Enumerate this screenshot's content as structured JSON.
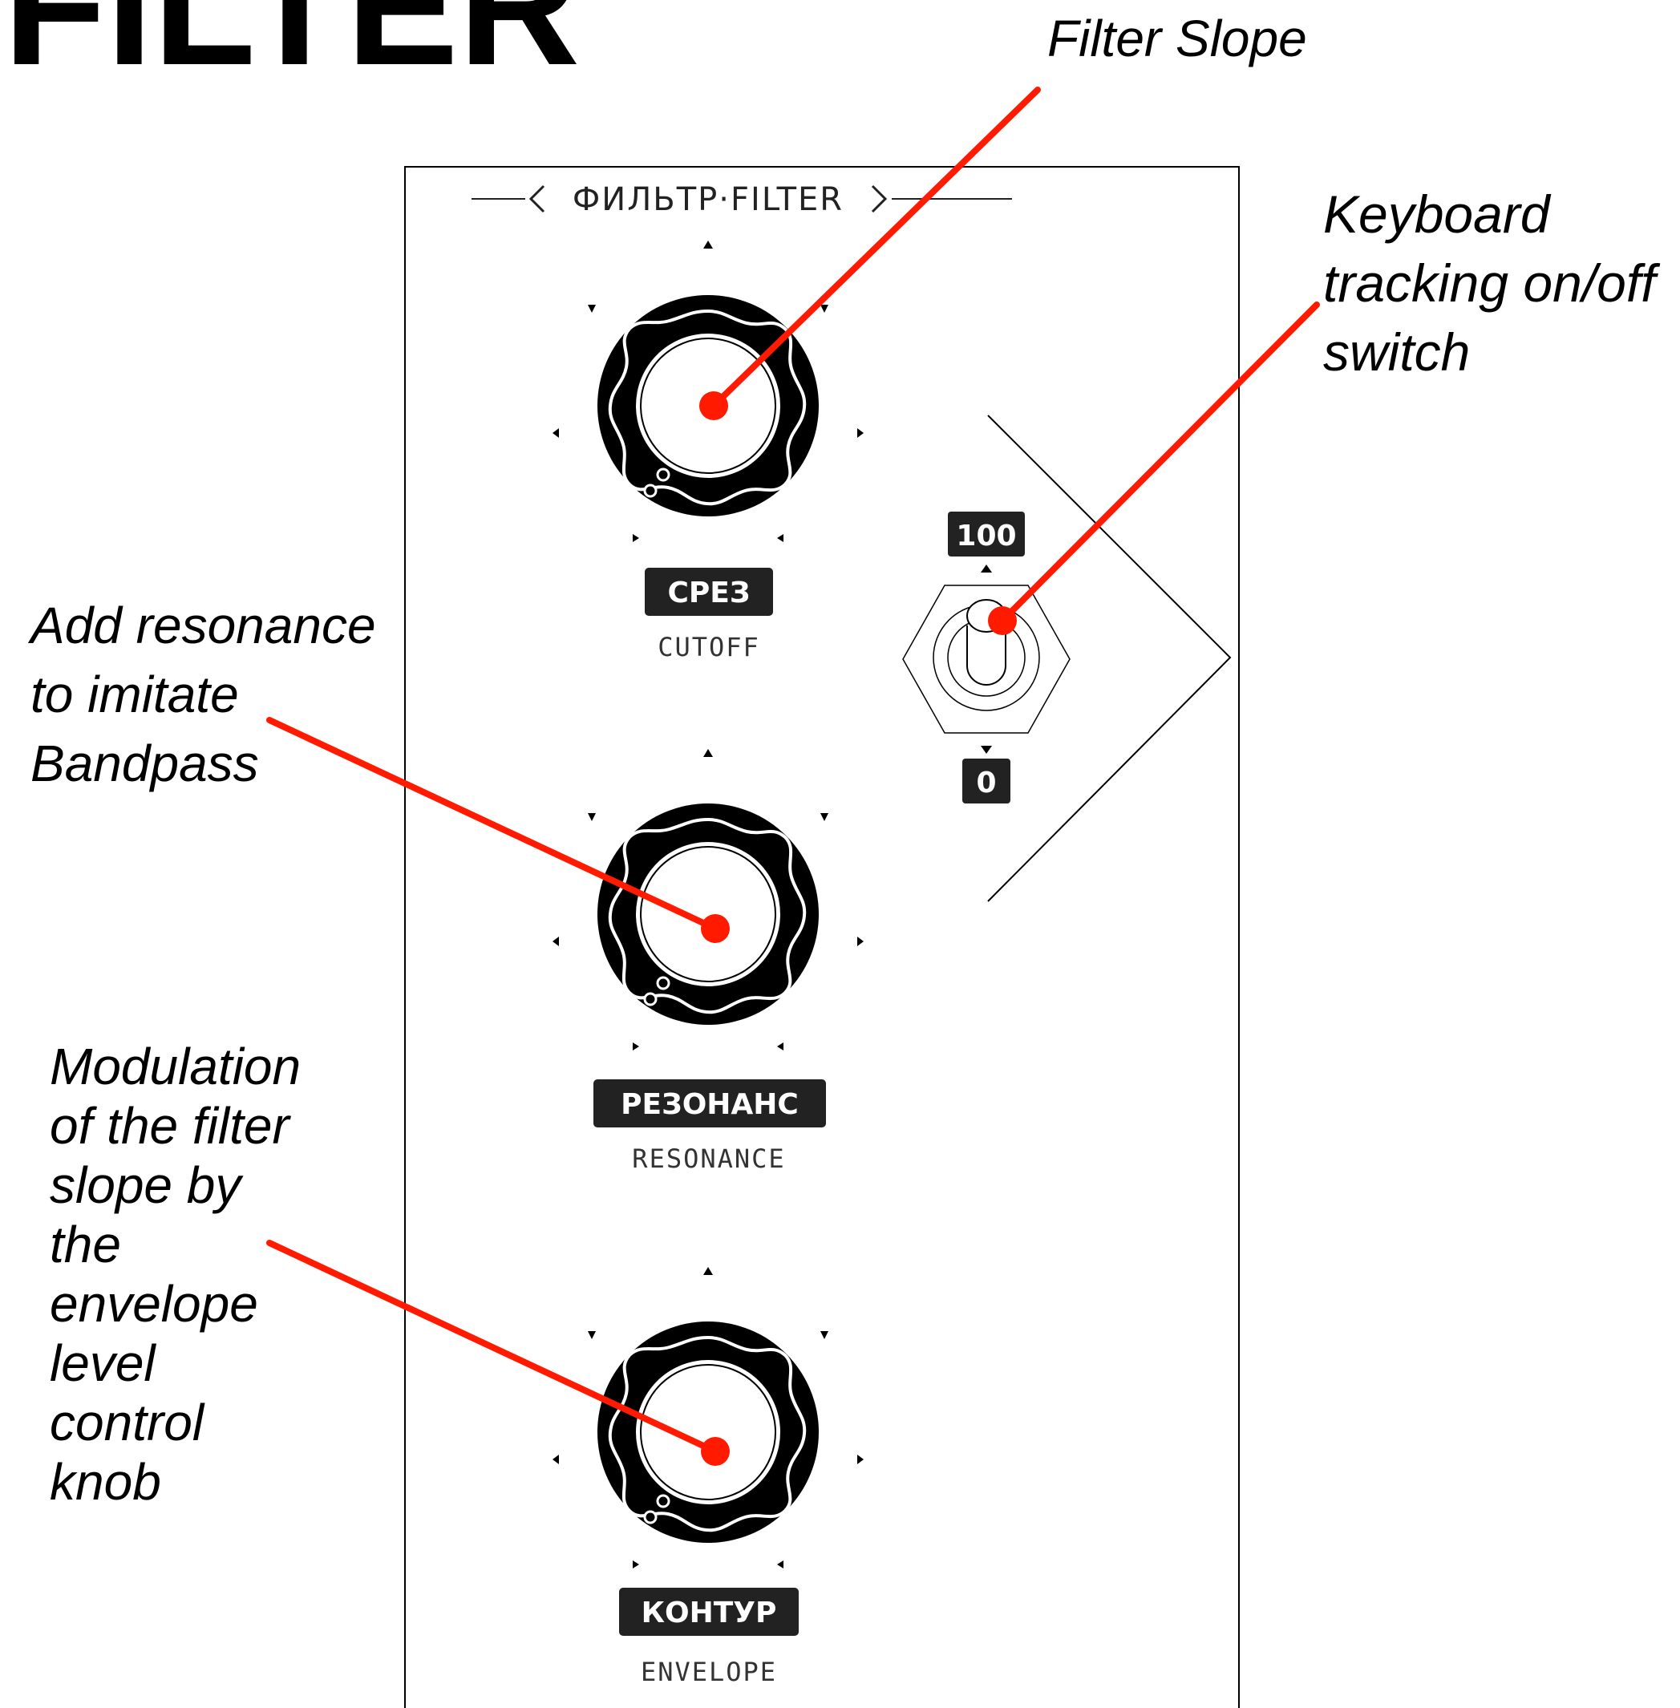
{
  "title": "FILTER",
  "panel": {
    "header": "ФИЛЬТР·FILTER",
    "knobs": [
      {
        "name": "cutoff",
        "label_ru": "СРЕЗ",
        "label_en": "CUTOFF"
      },
      {
        "name": "resonance",
        "label_ru": "РЕЗОНАНС",
        "label_en": "RESONANCE"
      },
      {
        "name": "envelope",
        "label_ru": "КОНТУР",
        "label_en": "ENVELOPE"
      }
    ],
    "switch": {
      "top_label": "100",
      "bottom_label": "0"
    }
  },
  "annotations": {
    "filter_slope": [
      "Filter Slope"
    ],
    "keyboard_tracking": [
      "Keyboard",
      "tracking on/off",
      "switch"
    ],
    "resonance": [
      "Add resonance",
      "to imitate",
      "Bandpass"
    ],
    "envelope": [
      "Modulation",
      "of the filter",
      "slope by",
      "the",
      "envelope",
      "level",
      "control",
      "knob"
    ]
  },
  "colors": {
    "accent": "#ff1a00",
    "ink": "#000000",
    "panel_bg": "#ffffff"
  }
}
